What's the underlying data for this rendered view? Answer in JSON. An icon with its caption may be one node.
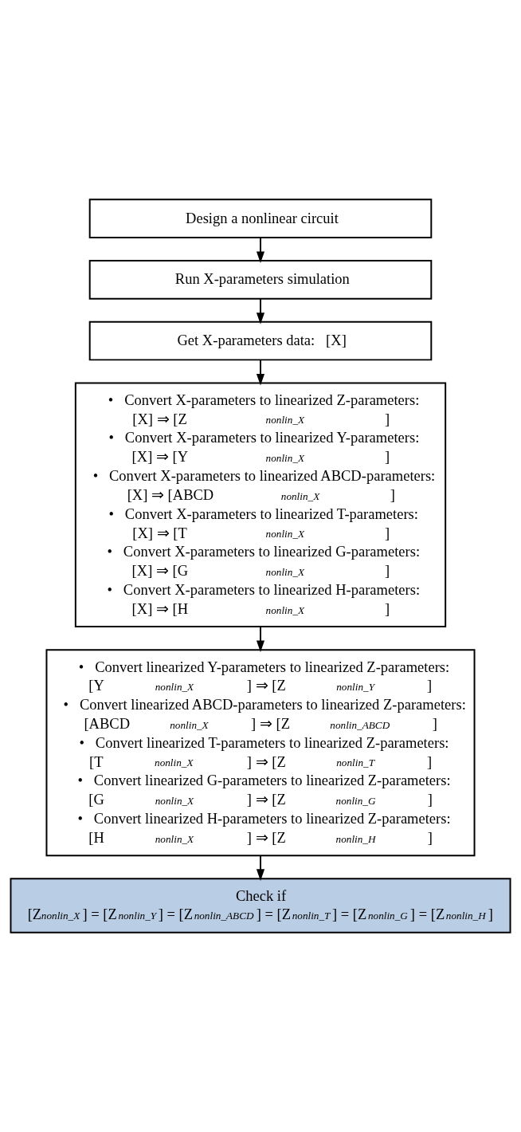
{
  "diagram": {
    "nodes": [
      {
        "text": [
          "Design a nonlinear circuit"
        ]
      },
      {
        "text": [
          "Run X-parameters simulation"
        ]
      },
      {
        "text": [
          "Get X-parameters data:   [X]"
        ]
      },
      {
        "text": [
          "•   Convert X-parameters to linearized Z-parameters:",
          "[X] ⇒ [Z$_{nonlin_X}$]",
          "•   Convert X-parameters to linearized Y-parameters:",
          "[X] ⇒ [Y$_{nonlin_X}$]",
          "•   Convert X-parameters to linearized ABCD-parameters:",
          "[X] ⇒ [ABCD$_{nonlin_X}$]",
          "•   Convert X-parameters to linearized T-parameters:",
          "[X] ⇒ [T$_{nonlin_X}$]",
          "•   Convert X-parameters to linearized G-parameters:",
          "[X] ⇒ [G$_{nonlin_X}$]",
          "•   Convert X-parameters to linearized H-parameters:",
          "[X] ⇒ [H$_{nonlin_X}$]"
        ]
      },
      {
        "text": [
          "•   Convert linearized Y-parameters to linearized Z-parameters:",
          "[Y$_{nonlin_X}$] ⇒ [Z$_{nonlin_Y}$]",
          "•   Convert linearized ABCD-parameters to linearized Z-parameters:",
          "[ABCD$_{nonlin_X}$] ⇒ [Z$_{nonlin_ABCD}$]",
          "•   Convert linearized T-parameters to linearized Z-parameters:",
          "[T$_{nonlin_X}$] ⇒ [Z$_{nonlin_T}$]",
          "•   Convert linearized G-parameters to linearized Z-parameters:",
          "[G$_{nonlin_X}$] ⇒ [Z$_{nonlin_G}$]",
          "•   Convert linearized H-parameters to linearized Z-parameters:",
          "[H$_{nonlin_X}$] ⇒ [Z$_{nonlin_H}$]"
        ]
      },
      {
        "text": [
          "Check if",
          "[Z$_{nonlin_X}$] = [Z$_{nonlin_Y}$] = [Z$_{nonlin_ABCD}$] = [Z$_{nonlin_T}$] = [Z$_{nonlin_G}$] = [Z$_{nonlin_H}$]"
        ]
      }
    ],
    "edges": [
      {
        "from": 0,
        "to": 1,
        "arrow": "to"
      },
      {
        "from": 1,
        "to": 2,
        "arrow": "to"
      },
      {
        "from": 2,
        "to": 3,
        "arrow": "to"
      },
      {
        "from": 3,
        "to": 4,
        "arrow": "to"
      },
      {
        "from": 4,
        "to": 5,
        "arrow": "to"
      }
    ]
  }
}
